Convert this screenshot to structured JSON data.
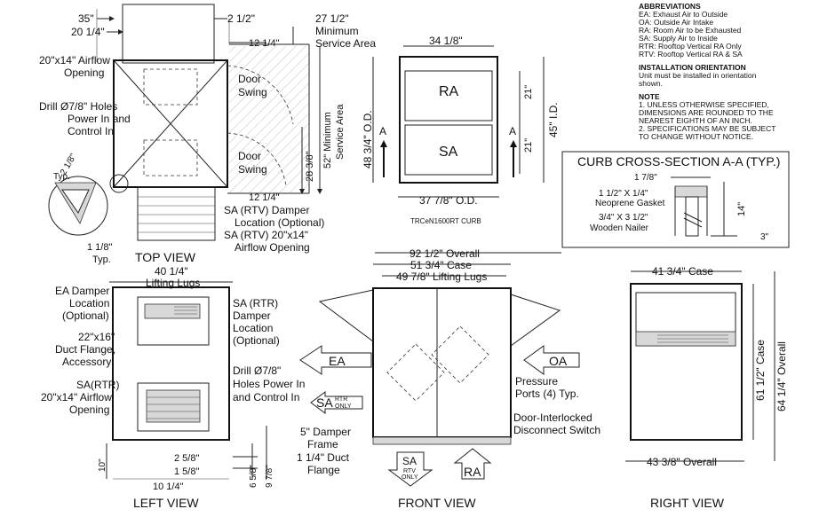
{
  "notes": {
    "abbr_title": "ABBREVIATIONS",
    "abbr": [
      "EA: Exhaust Air to Outside",
      "OA: Outside Air Intake",
      "RA: Room Air to be Exhausted",
      "SA: Supply Air to Inside",
      "RTR: Rooftop Vertical RA Only",
      "RTV: Rooftop Vertical RA & SA"
    ],
    "orient_title": "INSTALLATION ORIENTATION",
    "orient_text": [
      "Unit must be installed in orientation",
      "shown."
    ],
    "note_title": "NOTE",
    "note_lines": [
      "1. UNLESS OTHERWISE SPECIFIED,",
      "DIMENSIONS ARE ROUNDED TO THE",
      "NEAREST EIGHTH OF AN INCH.",
      "2. SPECIFICATIONS MAY BE SUBJECT",
      "TO CHANGE WITHOUT NOTICE."
    ]
  },
  "top_view": {
    "title": "TOP VIEW",
    "dim_35": "35\"",
    "dim_20_1_4": "20 1/4\"",
    "dim_2_1_2": "2 1/2\"",
    "dim_27_1_2": "27 1/2\"",
    "min_service_1": "Minimum",
    "min_service_2": "Service Area",
    "dim_12_1_4_top": "12 1/4\"",
    "dim_12_1_4_bot": "12 1/4\"",
    "airflow_1": "20\"x14\" Airflow",
    "airflow_2": "Opening",
    "drill_1": "Drill Ø7/8\" Holes",
    "drill_2": "Power In and",
    "drill_3": "Control In",
    "door_swing_1a": "Door",
    "door_swing_1b": "Swing",
    "door_swing_2a": "Door",
    "door_swing_2b": "Swing",
    "dim_52": "52\" Minimum",
    "dim_52b": "Service Area",
    "dim_28_3_8": "28 3/8\"",
    "dim_2_1_8": "2 1/8\"",
    "typ": "Typ.",
    "dim_1_1_8": "1 1/8\"",
    "typ2": "Typ.",
    "sa_damper_1": "SA (RTV) Damper",
    "sa_damper_2": "Location (Optional)",
    "sa_airflow_1": "SA (RTV) 20\"x14\"",
    "sa_airflow_2": "Airflow Opening"
  },
  "curb": {
    "dim_34_1_8": "34 1/8\"",
    "ra": "RA",
    "sa": "SA",
    "dim_48_3_4": "48 3/4\" O.D.",
    "dim_45": "45\" I.D.",
    "dim_21a": "21\"",
    "dim_21b": "21\"",
    "a_left": "A",
    "a_right": "A",
    "dim_37_7_8": "37 7/8\" O.D.",
    "caption": "TRCeN1600RT CURB"
  },
  "cross_section": {
    "title": "CURB CROSS-SECTION A-A (TYP.)",
    "dim_1_7_8": "1 7/8\"",
    "gasket_1": "1 1/2\" X 1/4\"",
    "gasket_2": "Neoprene Gasket",
    "nailer_1": "3/4\" X 3 1/2\"",
    "nailer_2": "Wooden Nailer",
    "dim_14": "14\"",
    "dim_3": "3\""
  },
  "left_view": {
    "title": "LEFT VIEW",
    "dim_40_1_4": "40 1/4\"",
    "lifting_lugs": "Lifting Lugs",
    "ea_damper_1": "EA Damper",
    "ea_damper_2": "Location",
    "ea_damper_3": "(Optional)",
    "duct_1": "22\"x16\"",
    "duct_2": "Duct Flange,",
    "duct_3": "Accessory",
    "sa_rtr_1": "SA(RTR)",
    "sa_rtr_2": "20\"x14\" Airflow",
    "sa_rtr_3": "Opening",
    "sa_damper_1": "SA (RTR)",
    "sa_damper_2": "Damper",
    "sa_damper_3": "Location",
    "sa_damper_4": "(Optional)",
    "drill_1": "Drill Ø7/8\"",
    "drill_2": "Holes Power In",
    "drill_3": "and Control In",
    "dim_10": "10\"",
    "dim_2_5_8": "2 5/8\"",
    "dim_1_5_8": "1 5/8\"",
    "dim_10_1_4": "10 1/4\"",
    "dim_6_5_8": "6 5/8\"",
    "dim_9_7_8": "9 7/8\""
  },
  "front_view": {
    "title": "FRONT VIEW",
    "dim_92_1_2": "92 1/2\" Overall",
    "dim_51_3_4": "51 3/4\" Case",
    "dim_49_7_8": "49 7/8\" Lifting Lugs",
    "ea": "EA",
    "oa": "OA",
    "sa": "SA",
    "rtr_only_1": "RTR",
    "rtr_only_2": "ONLY",
    "pressure_1": "Pressure",
    "pressure_2": "Ports (4) Typ.",
    "door_1": "Door-Interlocked",
    "door_2": "Disconnect Switch",
    "damper_frame_1": "5\" Damper",
    "damper_frame_2": "Frame",
    "duct_flange_1": "1 1/4\" Duct",
    "duct_flange_2": "Flange",
    "sa_bottom": "SA",
    "rtv_only_1": "RTV",
    "rtv_only_2": "ONLY",
    "ra": "RA"
  },
  "right_view": {
    "title": "RIGHT VIEW",
    "dim_41_3_4": "41 3/4\" Case",
    "dim_61_1_2": "61 1/2\" Case",
    "dim_64_1_4": "64 1/4\" Overall",
    "dim_43_3_8": "43 3/8\" Overall"
  }
}
